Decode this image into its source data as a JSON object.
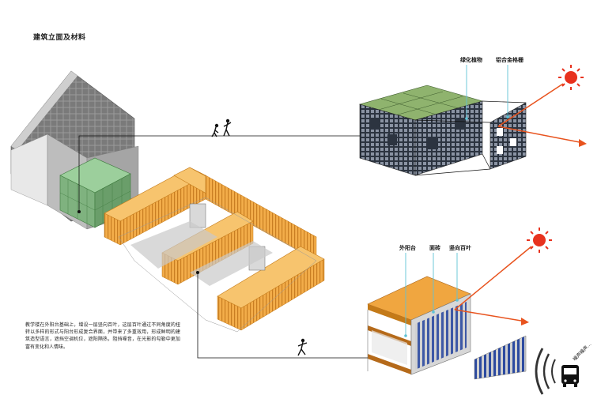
{
  "title": "建筑立面及材料",
  "labels": {
    "green_plants": "绿化植物",
    "aluminum_grille": "铝合金格栅",
    "balcony": "外阳台",
    "face_brick": "面砖",
    "vertical_louver": "竖向百叶"
  },
  "description": "教学楼在外阳台基础上，增设一层竖向百叶，这层百叶通过不同角度的扭转以多样的形式与阳台形成复合界面，并带来了多重效用，形成鲜明的建筑造型语言，遮挡空调机位，遮阳隔热，阻挡噪音，在光影的勾勒中更加富有变化和人情味。",
  "noise_text": "噪声噪声...",
  "colors": {
    "orange": "#f0a640",
    "green": "#7fb27f",
    "sun": "#e8321e",
    "arrow": "#e8531e",
    "leader": "#5fc3d6"
  }
}
